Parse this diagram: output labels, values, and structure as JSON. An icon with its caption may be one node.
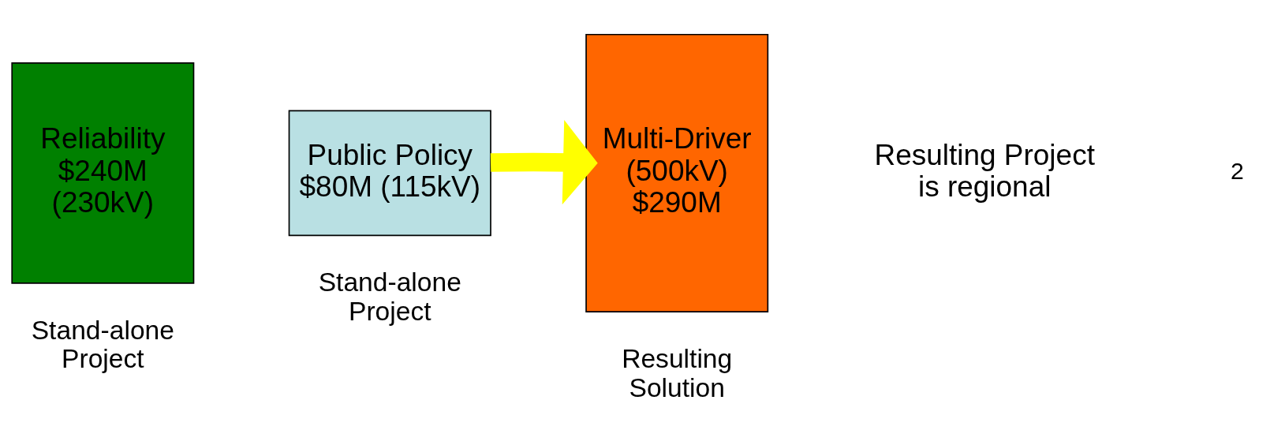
{
  "diagram": {
    "nodes": [
      {
        "text": [
          "Reliability $240M (230kV)"
        ],
        "beside": [
          "Stand-alone Project"
        ]
      },
      {
        "text": [
          "Public Policy $80M (115kV)"
        ],
        "beside": [
          "Stand-alone Project"
        ]
      },
      {
        "text": [
          "Multi-Driver (500kV) $290M"
        ],
        "beside": [
          "Resulting Solution"
        ]
      }
    ],
    "edges": [
      {
        "from": 1,
        "to": 2,
        "arrow": "to",
        "color": "#ffff00"
      }
    ],
    "labels": [
      "Resulting Project is regional",
      "2"
    ]
  }
}
